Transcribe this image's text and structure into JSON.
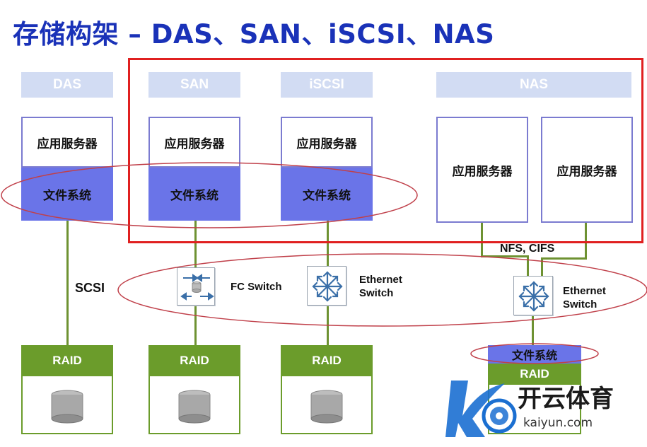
{
  "title": "存储构架 – DAS、SAN、iSCSI、NAS",
  "columns": {
    "das": {
      "header": "DAS",
      "server": "应用服务器",
      "fs": "文件系统",
      "link": "SCSI",
      "raid": "RAID"
    },
    "san": {
      "header": "SAN",
      "server": "应用服务器",
      "fs": "文件系统",
      "switch": "FC Switch",
      "raid": "RAID"
    },
    "iscsi": {
      "header": "iSCSI",
      "server": "应用服务器",
      "fs": "文件系统",
      "switch_line1": "Ethernet",
      "switch_line2": "Switch",
      "raid": "RAID"
    },
    "nas": {
      "header": "NAS",
      "server1": "应用服务器",
      "server2": "应用服务器",
      "protocol": "NFS, CIFS",
      "switch_line1": "Ethernet",
      "switch_line2": "Switch",
      "fs": "文件系统",
      "raid": "RAID"
    }
  },
  "watermark": {
    "brand": "开云体育",
    "site": "kaiyun.com"
  },
  "colors": {
    "title": "#1a32b8",
    "header": "#d2dcf3",
    "filesystem": "#6a74e8",
    "raid": "#6b9c2b",
    "highlight_box": "#e02020",
    "ellipse": "#c0404a"
  }
}
